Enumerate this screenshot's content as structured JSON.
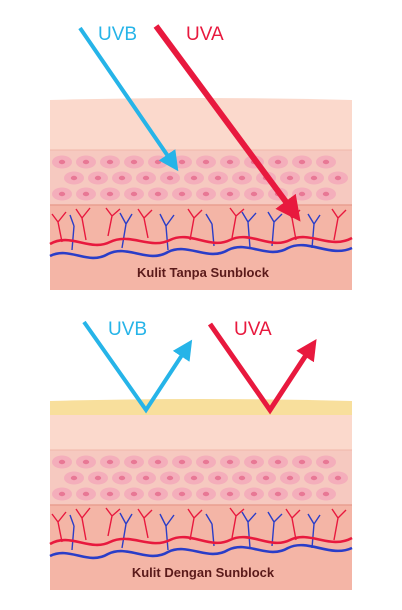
{
  "colors": {
    "uvb": "#26b4e8",
    "uva": "#e8193e",
    "stratum": "#fbd9cc",
    "epidermis": "#f6c9c0",
    "dermis": "#f4b5a6",
    "cell_fill": "#f4aebb",
    "cell_core": "#e87895",
    "artery": "#e8193e",
    "vein": "#2a3dc8",
    "sunblock": "#f8df9c",
    "caption": "#5a1a1a"
  },
  "panels": [
    {
      "uvb_label": "UVB",
      "uva_label": "UVA",
      "caption": "Kulit Tanpa Sunblock",
      "has_sunblock": false
    },
    {
      "uvb_label": "UVB",
      "uva_label": "UVA",
      "caption": "Kulit Dengan Sunblock",
      "has_sunblock": true
    }
  ]
}
